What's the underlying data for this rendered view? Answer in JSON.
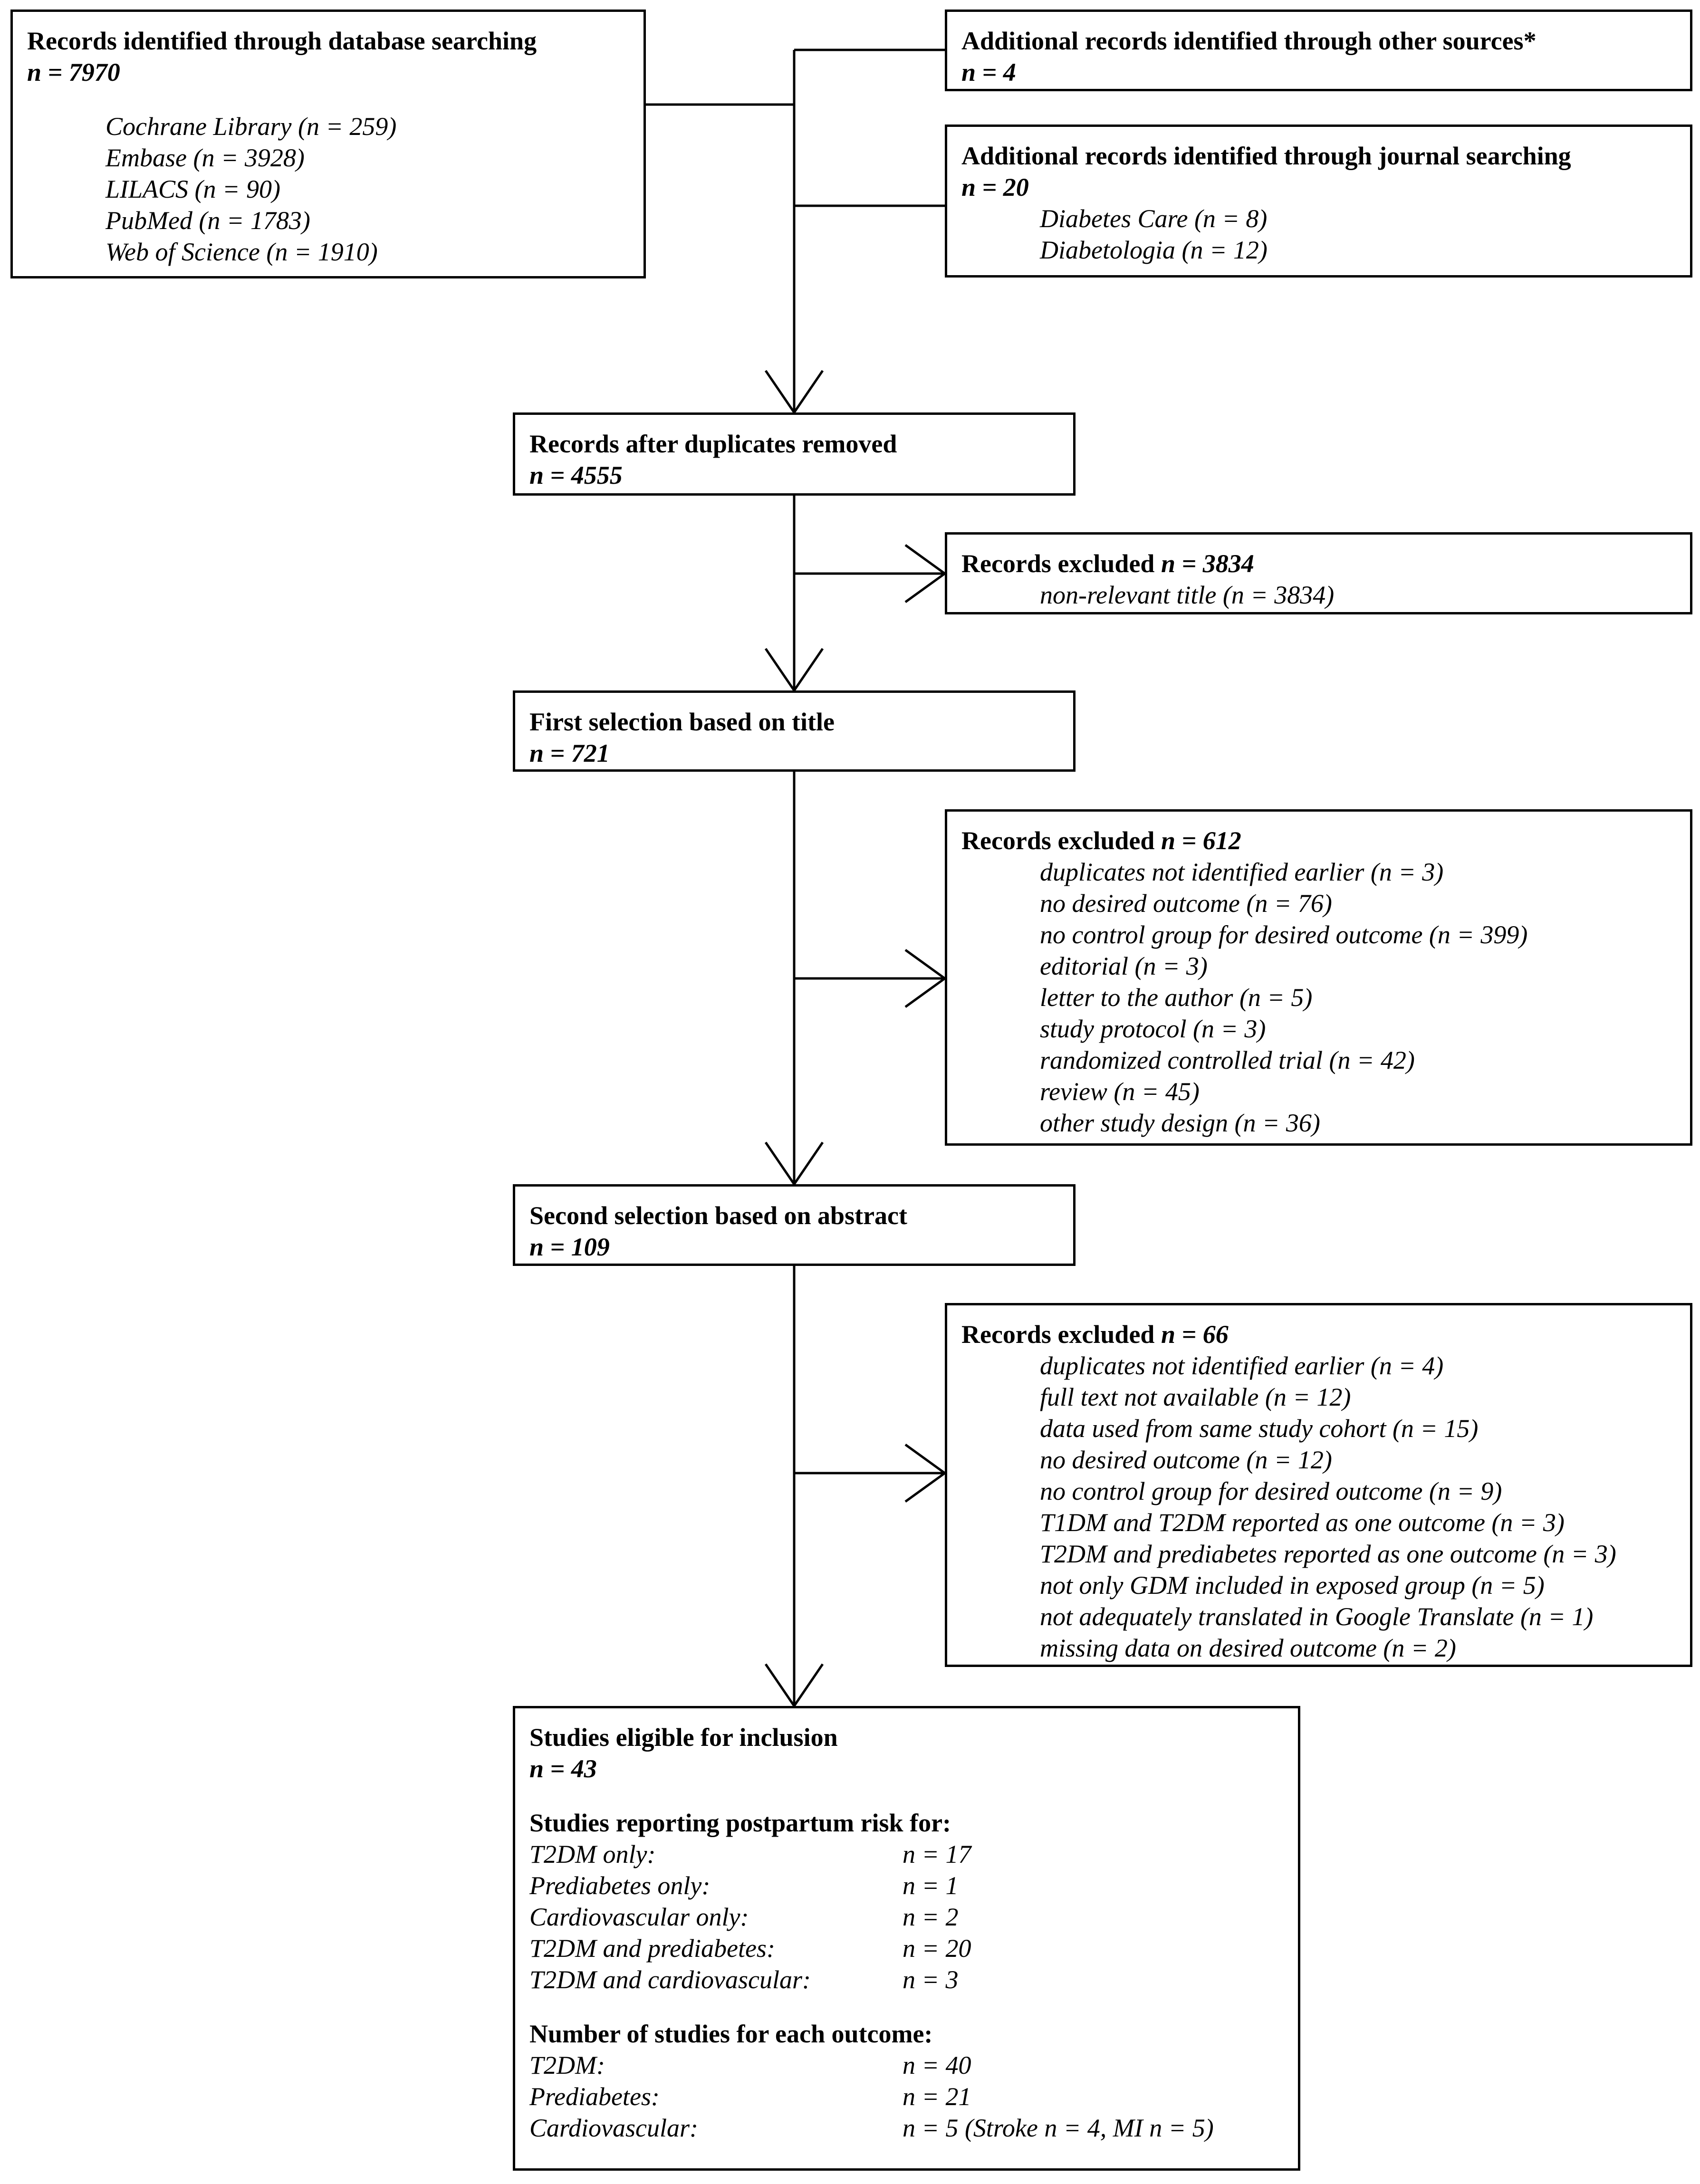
{
  "box_database": {
    "title": "Records identified through database searching",
    "n": "n = 7970",
    "items": [
      "Cochrane Library (n = 259)",
      "Embase (n = 3928)",
      "LILACS (n = 90)",
      "PubMed (n = 1783)",
      "Web of Science (n = 1910)"
    ]
  },
  "box_other_sources": {
    "title": "Additional records identified through other sources*",
    "n": "n = 4"
  },
  "box_journal": {
    "title": "Additional records identified through journal searching",
    "n": "n = 20",
    "items": [
      "Diabetes Care (n = 8)",
      "Diabetologia (n = 12)"
    ]
  },
  "box_after_duplicates": {
    "title": "Records after duplicates removed",
    "n": "n = 4555"
  },
  "box_excluded_1": {
    "title": "Records excluded",
    "n": "n = 3834",
    "items": [
      "non-relevant title (n = 3834)"
    ]
  },
  "box_first_selection": {
    "title": "First selection based on title",
    "n": "n = 721"
  },
  "box_excluded_2": {
    "title": "Records excluded",
    "n": "n = 612",
    "items": [
      "duplicates not identified earlier (n = 3)",
      "no desired outcome (n = 76)",
      "no control group for desired outcome (n = 399)",
      "editorial (n = 3)",
      "letter to the author (n = 5)",
      "study protocol (n = 3)",
      "randomized controlled trial (n = 42)",
      "review (n = 45)",
      "other study design (n = 36)"
    ]
  },
  "box_second_selection": {
    "title": "Second selection based on abstract",
    "n": "n = 109"
  },
  "box_excluded_3": {
    "title": "Records excluded",
    "n": "n = 66",
    "items": [
      "duplicates not identified earlier (n = 4)",
      "full text not available (n = 12)",
      "data used from same study cohort (n = 15)",
      "no desired outcome (n = 12)",
      "no control group for desired outcome (n = 9)",
      "T1DM and T2DM reported as one outcome (n = 3)",
      "T2DM and prediabetes reported as one outcome (n = 3)",
      "not only GDM included in exposed group (n = 5)",
      "not adequately translated in Google Translate (n = 1)",
      "missing data on desired outcome (n = 2)"
    ]
  },
  "box_eligible": {
    "title": "Studies eligible for inclusion",
    "n": "n = 43",
    "section1_title": "Studies reporting postpartum risk for:",
    "section1_rows": [
      {
        "label": "T2DM only:",
        "value": "n = 17"
      },
      {
        "label": "Prediabetes only:",
        "value": "n = 1"
      },
      {
        "label": "Cardiovascular only:",
        "value": "n = 2"
      },
      {
        "label": "T2DM and prediabetes:",
        "value": "n = 20"
      },
      {
        "label": "T2DM and cardiovascular:",
        "value": "n = 3"
      }
    ],
    "section2_title": "Number of studies for each outcome:",
    "section2_rows": [
      {
        "label": "T2DM:",
        "value": "n = 40"
      },
      {
        "label": "Prediabetes:",
        "value": "n = 21"
      },
      {
        "label": "Cardiovascular:",
        "value": "n = 5 (Stroke n = 4, MI n = 5)"
      }
    ]
  }
}
